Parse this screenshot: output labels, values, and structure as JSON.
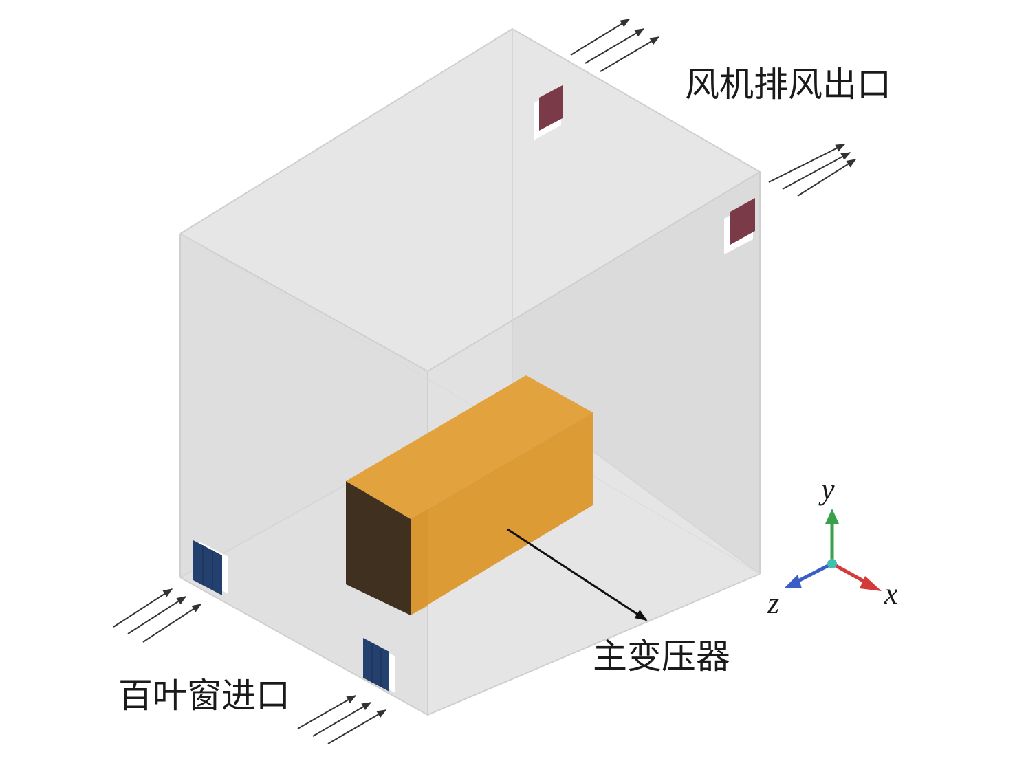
{
  "labels": {
    "fan_outlet": "风机排风出口",
    "transformer": "主变压器",
    "louver_inlet": "百叶窗进口"
  },
  "axes": {
    "x": "x",
    "y": "y",
    "z": "z"
  },
  "colors": {
    "room_wall": "#dcdcdc",
    "room_wall_light": "#ececec",
    "room_edge": "#cfcfcf",
    "transformer_front": "#df9d37",
    "transformer_top": "#e4a43f",
    "transformer_side": "#3f3020",
    "outlet_vent": "#7a3a48",
    "inlet_vent": "#24406e",
    "axis_x": "#d53a3a",
    "axis_y": "#3aa04a",
    "axis_z": "#3a5ec8",
    "axis_center": "#40c0b0",
    "arrow": "#333333"
  },
  "icons": {
    "outlet_vent": "fan-outlet-vent-icon",
    "inlet_vent": "louver-inlet-vent-icon",
    "flow_arrow": "airflow-arrow-icon"
  }
}
